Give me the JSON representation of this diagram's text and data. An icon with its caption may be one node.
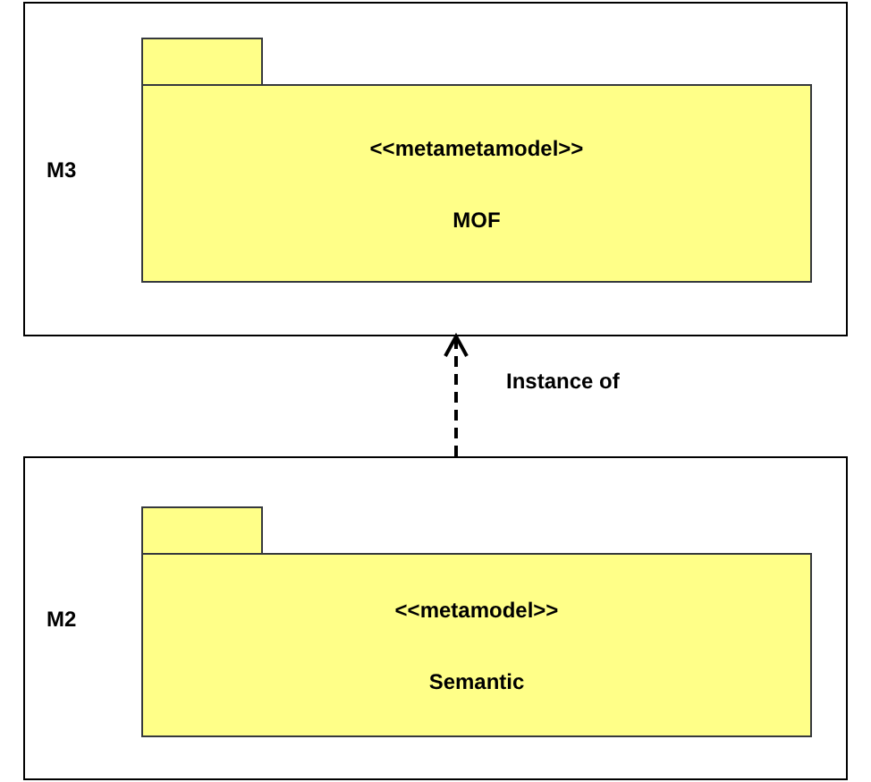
{
  "diagram": {
    "nodes": [
      {
        "text": [
          "M3"
        ]
      },
      {
        "text": [
          "<<metametamodel>>",
          "MOF"
        ],
        "in": 0
      },
      {
        "text": [
          "M2"
        ]
      },
      {
        "text": [
          "<<metamodel>>",
          "Semantic"
        ],
        "in": 2
      }
    ],
    "edges": [
      {
        "from": 2,
        "to": 0,
        "arrow": "to",
        "label": "Instance of",
        "style": "dashed"
      }
    ]
  }
}
